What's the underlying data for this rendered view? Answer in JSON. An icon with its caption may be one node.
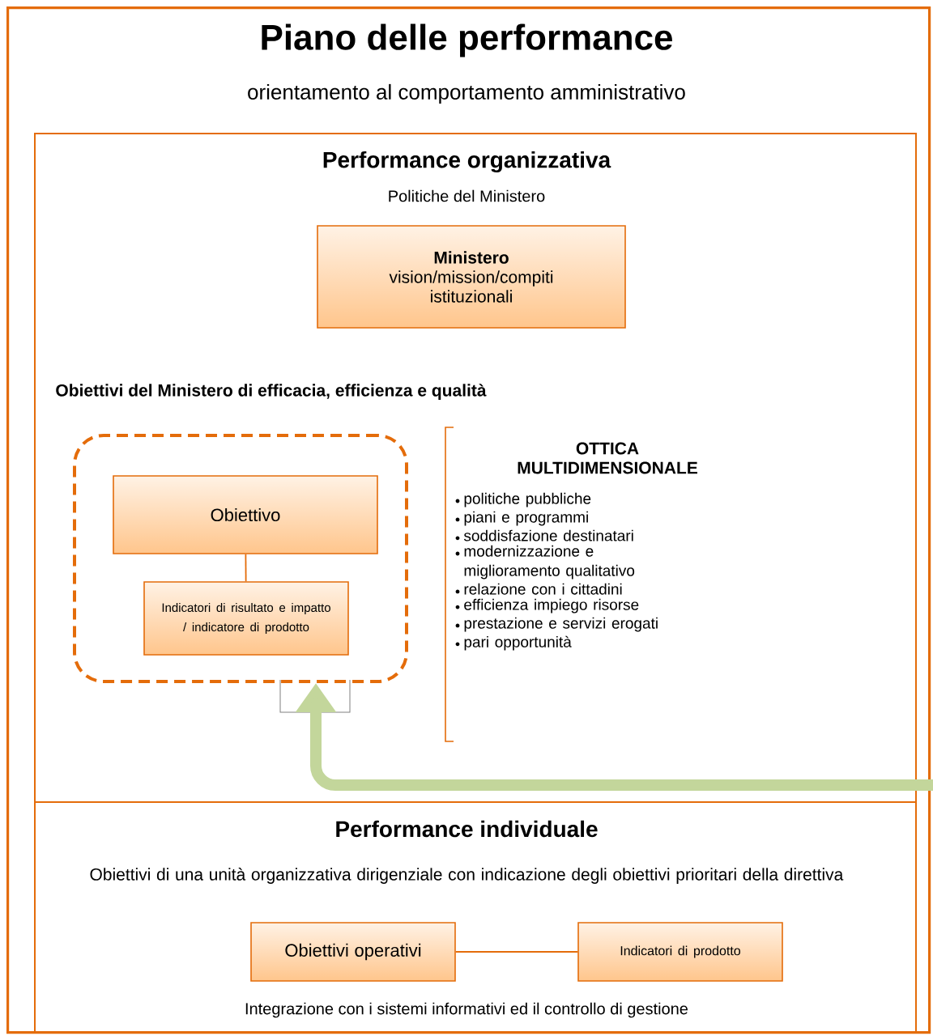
{
  "diagram": {
    "nodes": [
      {
        "text": [
          "Piano delle performance",
          "orientamento al comportamento amministrativo"
        ]
      },
      {
        "text": [
          "Performance organizzativa",
          "Politiche del Ministero",
          "Obiettivi del Ministero di efficacia, efficienza e qualità"
        ],
        "in": 0
      },
      {
        "text": [
          "Ministero",
          "vision/mission/compiti istituzionali"
        ],
        "in": 1
      },
      {
        "text": [],
        "shape": "box",
        "in": 1
      },
      {
        "text": [
          "Obiettivo"
        ],
        "in": 3
      },
      {
        "text": [
          "Indicatori di risultato e impatto / indicatore di prodotto"
        ],
        "in": 3
      },
      {
        "text": [
          "Performance individuale",
          "Obiettivi di una unità organizzativa dirigenziale con indicazione degli obiettivi prioritari della direttiva",
          "Integrazione con i sistemi informativi ed il controllo di gestione"
        ],
        "in": 0
      },
      {
        "text": [
          "Obiettivi operativi"
        ],
        "in": 6
      },
      {
        "text": [
          "Indicatori di prodotto"
        ],
        "in": 6
      }
    ],
    "edges": [
      {
        "from": 4,
        "to": 5,
        "arrow": "none"
      },
      {
        "from": 7,
        "to": 8,
        "arrow": "none"
      },
      {
        "from": null,
        "to": 3,
        "arrow": "to",
        "style": "thick",
        "color": "#c3d69b"
      }
    ],
    "labels": [
      "OTTICA MULTIDIMENSIONALE",
      "politiche pubbliche",
      "piani e programmi",
      "soddisfazione destinatari",
      "modernizzazione e miglioramento qualitativo",
      "relazione con i cittadini",
      "efficienza impiego risorse",
      "prestazione e servizi erogati",
      "pari opportunità"
    ]
  }
}
